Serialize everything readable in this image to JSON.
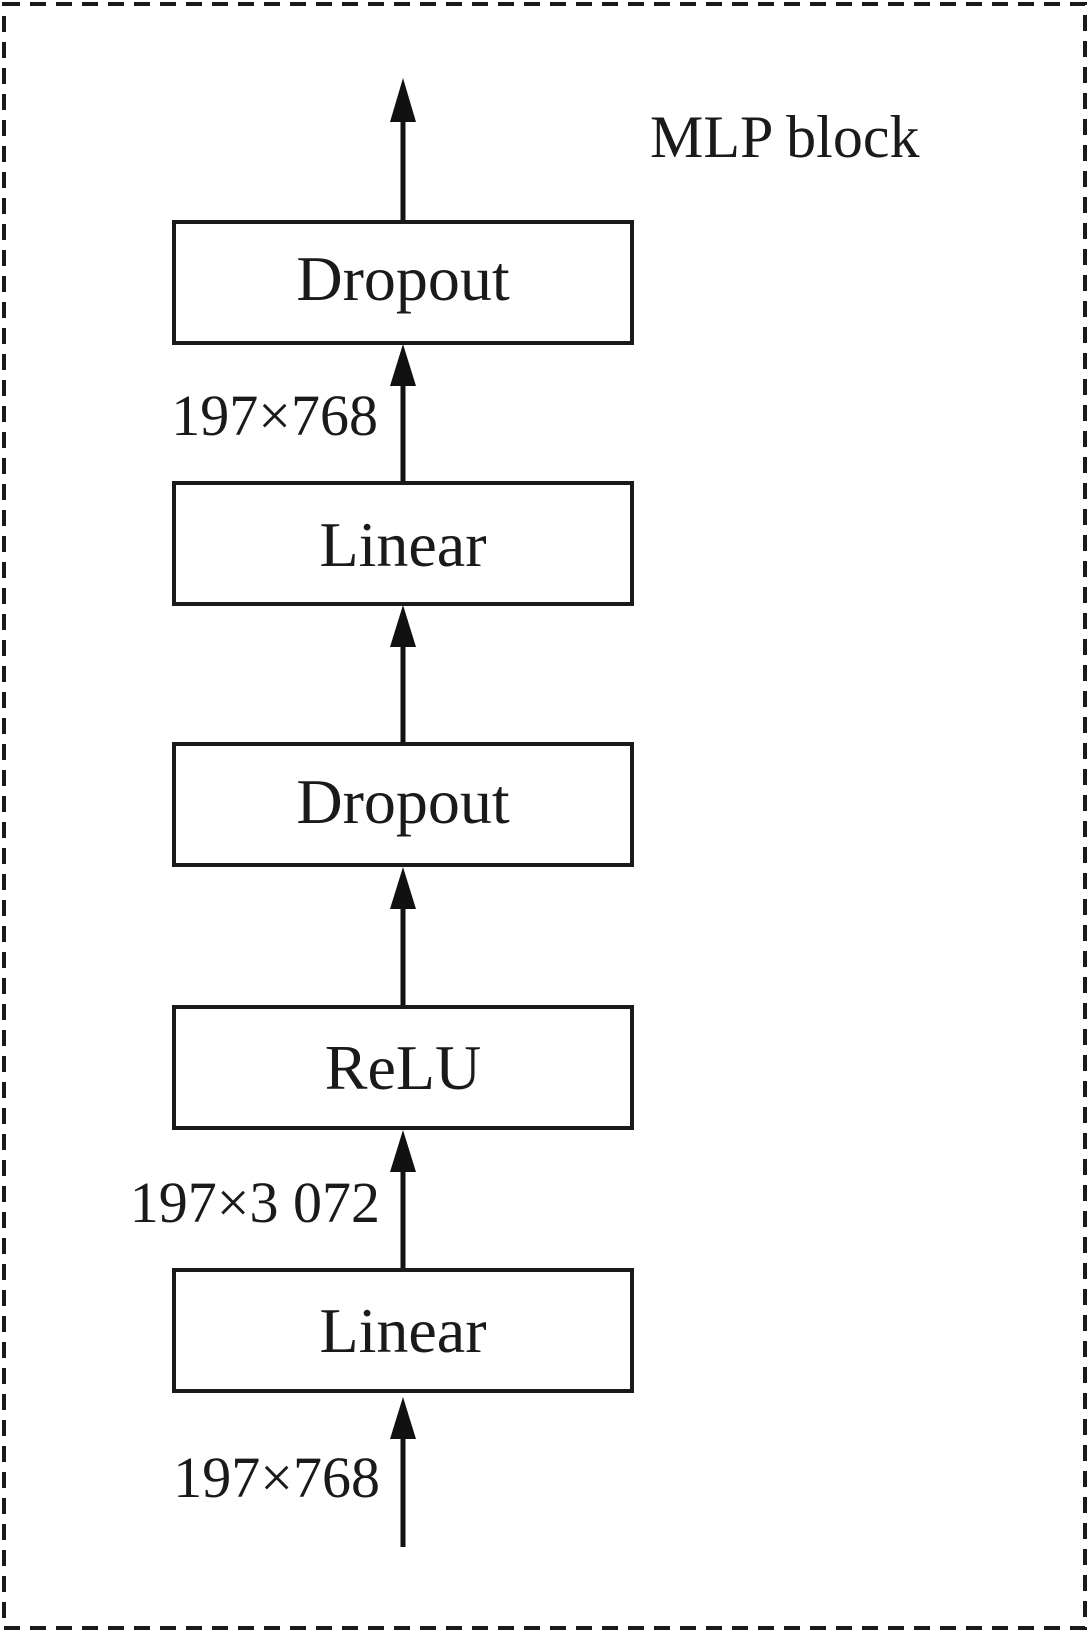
{
  "title": "MLP block",
  "blocks": [
    {
      "label": "Dropout"
    },
    {
      "label": "Linear"
    },
    {
      "label": "Dropout"
    },
    {
      "label": "ReLU"
    },
    {
      "label": "Linear"
    }
  ],
  "dimensions": {
    "after_top_linear": "197×768",
    "after_bottom_linear": "197×3 072",
    "input": "197×768"
  }
}
